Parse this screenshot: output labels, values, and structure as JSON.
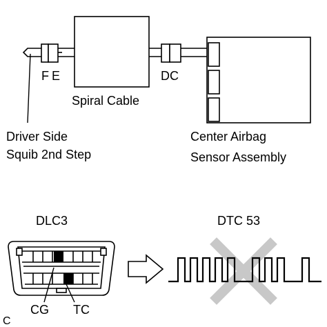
{
  "labels": {
    "connector_f": "F",
    "connector_e": "E",
    "connector_dc": "DC",
    "spiral_cable": "Spiral Cable",
    "driver_side_line1": "Driver Side",
    "driver_side_line2": "Squib 2nd Step",
    "center_airbag_line1": "Center Airbag",
    "center_airbag_line2": "Sensor Assembly",
    "dlc3": "DLC3",
    "dtc": "DTC 53",
    "terminal_cg": "CG",
    "terminal_tc": "TC",
    "corner_code": "C"
  },
  "colors": {
    "line": "#000000",
    "cross": "#c8c8c8"
  },
  "icons": {
    "arrow": "right-arrow-icon",
    "cross": "cross-out-icon"
  }
}
